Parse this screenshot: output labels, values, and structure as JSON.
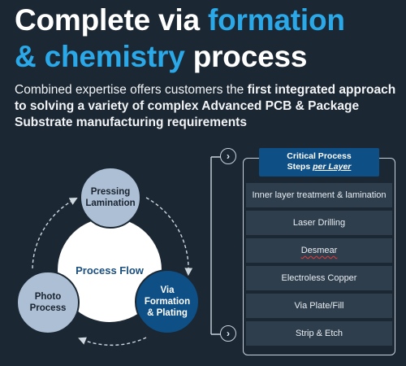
{
  "title": {
    "part1": "Complete via ",
    "accent1": "formation",
    "accent2": "& chemistry",
    "part2": " process"
  },
  "subtitle": {
    "lead": "Combined expertise offers customers the ",
    "bold": "first integrated approach to solving a variety of complex Advanced PCB & Package Substrate manufacturing requirements"
  },
  "cycle": {
    "center": "Process Flow",
    "pressing": [
      "Pressing",
      "Lamination"
    ],
    "photo": [
      "Photo",
      "Process"
    ],
    "via": [
      "Via",
      "Formation",
      "& Plating"
    ]
  },
  "panel": {
    "header_line1": "Critical Process",
    "header_line2a": "Steps ",
    "header_line2b": "per Layer",
    "steps": [
      "Inner layer treatment & lamination",
      "Laser Drilling",
      "Desmear",
      "Electroless Copper",
      "Via Plate/Fill",
      "Strip & Etch"
    ]
  },
  "icons": {
    "chevron": "chevron-right-circle-icon"
  },
  "colors": {
    "background": "#1b2733",
    "accent": "#2aa8e8",
    "brand_blue": "#0e4f86",
    "light_circle": "#adbfd4",
    "step_bg": "#2f3e4d"
  }
}
